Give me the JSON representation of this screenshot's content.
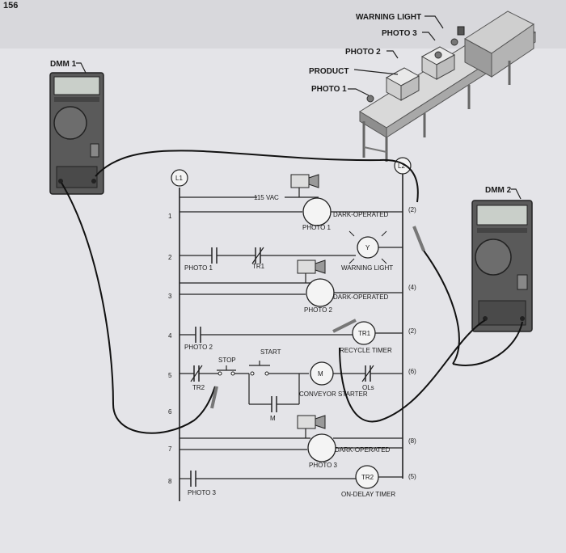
{
  "page": {
    "page_number": "156"
  },
  "conveyor": {
    "warning_light": "WARNING LIGHT",
    "photo3": "PHOTO 3",
    "photo2": "PHOTO 2",
    "product": "PRODUCT",
    "photo1": "PHOTO 1"
  },
  "meters": {
    "dmm1": "DMM 1",
    "dmm2": "DMM 2"
  },
  "ladder": {
    "l1": "L1",
    "l2": "L2",
    "voltage": "115 VAC",
    "lines": [
      "1",
      "2",
      "3",
      "4",
      "5",
      "6",
      "7",
      "8"
    ],
    "wire_numbers": [
      "(2)",
      "(4)",
      "(2)",
      "(6)",
      "(8)",
      "(5)"
    ],
    "dark_operated": "DARK-OPERATED",
    "photo1": "PHOTO 1",
    "tr1": "TR1",
    "y": "Y",
    "warning_light": "WARNING LIGHT",
    "photo2": "PHOTO 2",
    "recycle_timer": "RECYCLE TIMER",
    "start": "START",
    "stop": "STOP",
    "tr2": "TR2",
    "m": "M",
    "ols": "OLs",
    "conveyor_starter": "CONVEYOR STARTER",
    "photo3": "PHOTO 3",
    "on_delay_timer": "ON-DELAY TIMER"
  }
}
